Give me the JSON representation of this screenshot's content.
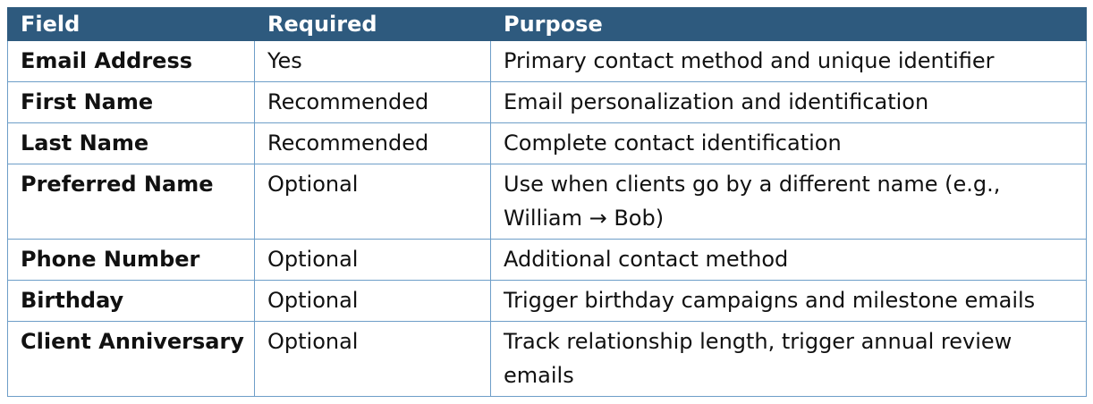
{
  "table": {
    "headers": [
      "Field",
      "Required",
      "Purpose"
    ],
    "rows": [
      {
        "field": "Email Address",
        "required": "Yes",
        "purpose": "Primary contact method and unique identifier"
      },
      {
        "field": "First Name",
        "required": "Recommended",
        "purpose": "Email personalization and identification"
      },
      {
        "field": "Last Name",
        "required": "Recommended",
        "purpose": "Complete contact identification"
      },
      {
        "field": "Preferred Name",
        "required": "Optional",
        "purpose": "Use when clients go by a different name (e.g., William → Bob)"
      },
      {
        "field": "Phone Number",
        "required": "Optional",
        "purpose": "Additional contact method"
      },
      {
        "field": "Birthday",
        "required": "Optional",
        "purpose": "Trigger birthday campaigns and milestone emails"
      },
      {
        "field": "Client Anniversary",
        "required": "Optional",
        "purpose": "Track relationship length, trigger annual review emails"
      }
    ],
    "colors": {
      "header_bg": "#2E5A7E",
      "header_text": "#ffffff",
      "border": "#6E9EC8"
    }
  }
}
